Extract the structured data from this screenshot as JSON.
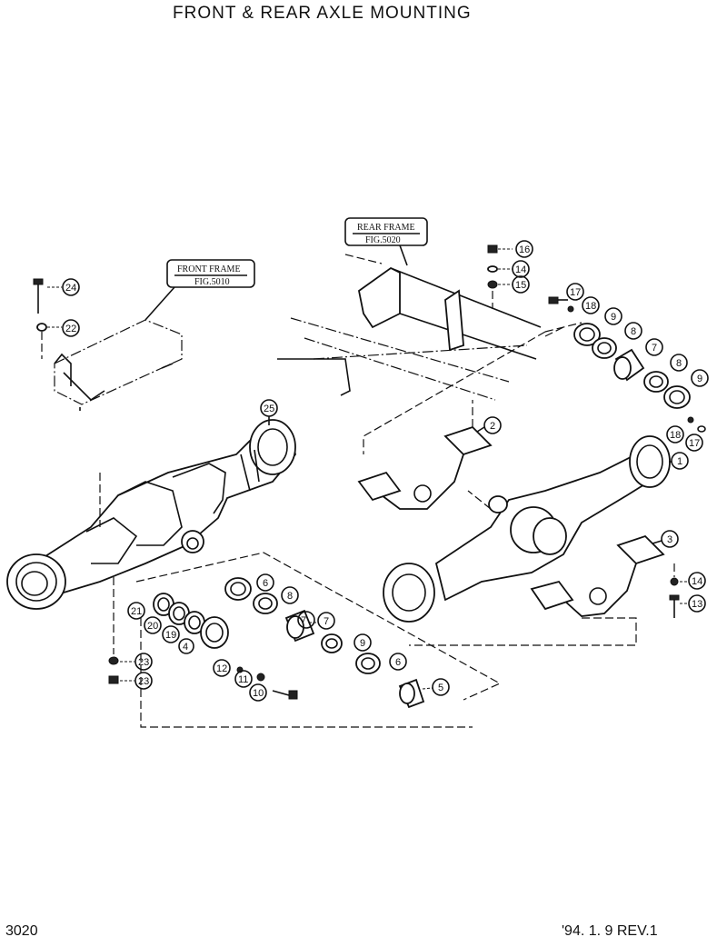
{
  "title": "FRONT & REAR AXLE MOUNTING",
  "page_number": "3020",
  "revision": "'94. 1. 9  REV.1",
  "callouts": {
    "front_frame": {
      "name": "FRONT FRAME",
      "ref": "FIG.5010"
    },
    "rear_frame": {
      "name": "REAR FRAME",
      "ref": "FIG.5020"
    }
  },
  "part_labels": [
    "1",
    "2",
    "3",
    "4",
    "5",
    "6",
    "6",
    "6",
    "7",
    "7",
    "7",
    "8",
    "8",
    "8",
    "9",
    "9",
    "9",
    "10",
    "11",
    "12",
    "13",
    "14",
    "14",
    "15",
    "16",
    "17",
    "17",
    "18",
    "18",
    "19",
    "20",
    "21",
    "22",
    "23",
    "23",
    "24",
    "25"
  ]
}
